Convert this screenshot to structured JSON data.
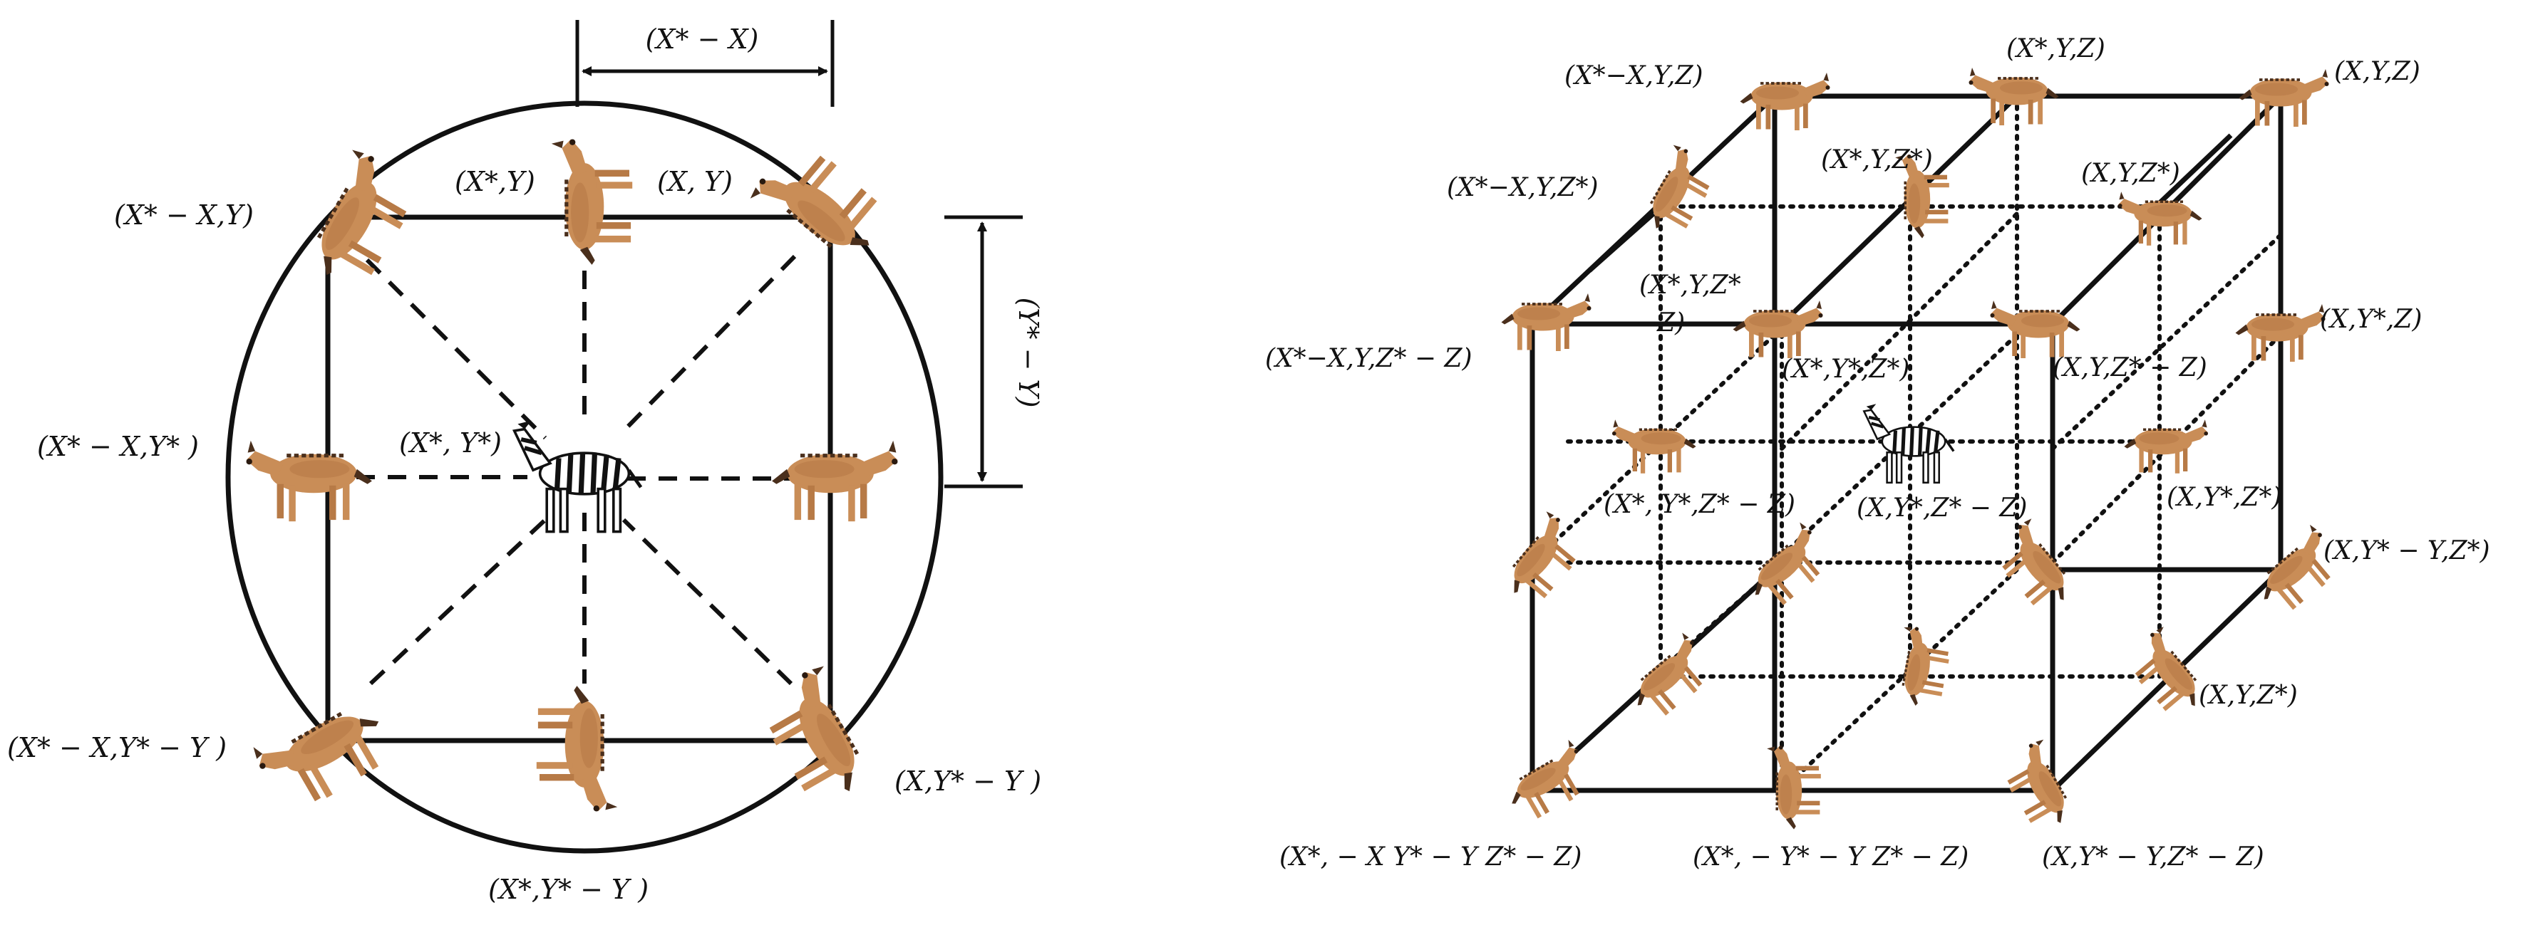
{
  "left_diagram": {
    "dim_x": "(X* − X)",
    "dim_y": "(Y* − Y)",
    "labels": {
      "top_left": "(X* − X,Y)",
      "top_mid": "(X*,Y)",
      "top_right": "(X, Y)",
      "mid_left": "(X* − X,Y* )",
      "center": "(X*, Y*)",
      "bottom_left": "(X* − X,Y* − Y )",
      "bottom_mid": "(X*,Y* − Y )",
      "bottom_right": "(X,Y* − Y )"
    }
  },
  "right_diagram": {
    "labels": {
      "l1": "(X*−X,Y,Z)",
      "l2": "(X*,Y,Z)",
      "l3": "(X,Y,Z)",
      "l4": "(X*−X,Y,Z*)",
      "l5": "(X*,Y,Z*)",
      "l6": "(X,Y,Z*)",
      "l7a": "(X*,Y,Z*",
      "l7b": "−Z)",
      "l8": "(X*−X,Y,Z* − Z)",
      "l9": "(X*,Y*,Z*)",
      "l10": "(X,Y,Z* − Z)",
      "l11": "(X,Y*,Z)",
      "l12": "(X*, Y*,Z* − Z)",
      "l13": "(X,Y*,Z* − Z)",
      "l14": "(X,Y*,Z*)",
      "l15": "(X,Y* − Y,Z*)",
      "l16": "(X,Y,Z*)",
      "l17": "(X*, − X Y* − Y Z* − Z)",
      "l18": "(X*, − Y* − Y Z* − Z)",
      "l19": "(X,Y* − Y,Z* − Z)"
    }
  },
  "colors": {
    "hyena_body": "#c98d57",
    "hyena_dark": "#4a2f1c",
    "zebra_black": "#111111",
    "line": "#111111",
    "accent_paren": "#7a4a48"
  },
  "icons": {
    "predator": "hyena-icon",
    "prey": "zebra-icon"
  }
}
